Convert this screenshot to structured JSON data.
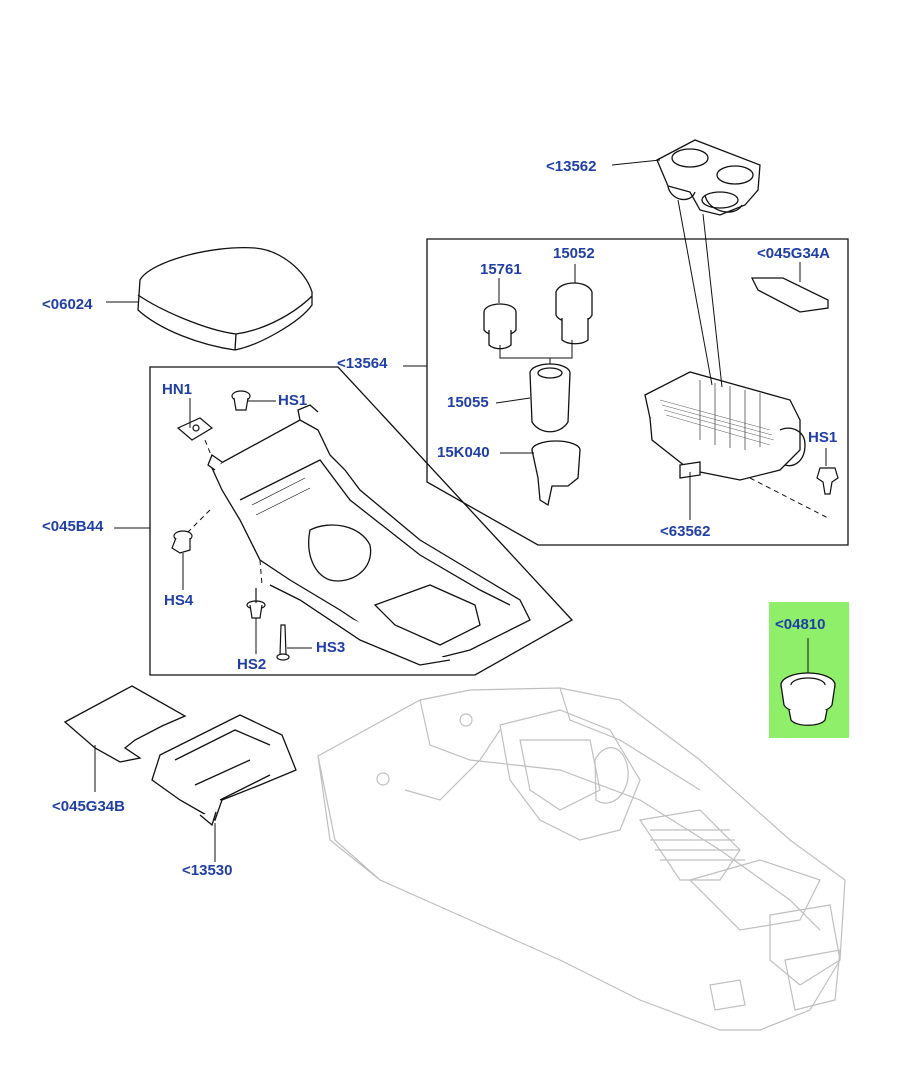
{
  "colors": {
    "label": "#1f3fa6",
    "highlight": "#8fef6a",
    "line": "#111111",
    "ghost": "#bdbdbd"
  },
  "labels": {
    "p13562": "<13562",
    "p06024": "<06024",
    "p15761": "15761",
    "p15052": "15052",
    "p045G34A": "<045G34A",
    "p13564": "<13564",
    "hn1": "HN1",
    "hs1_left": "HS1",
    "p15055": "15055",
    "p15K040": "15K040",
    "hs1_right": "HS1",
    "p045B44": "<045B44",
    "p63562": "<63562",
    "hs4": "HS4",
    "p04810": "<04810",
    "hs3": "HS3",
    "hs2": "HS2",
    "p045G34B": "<045G34B",
    "p13530": "<13530"
  }
}
